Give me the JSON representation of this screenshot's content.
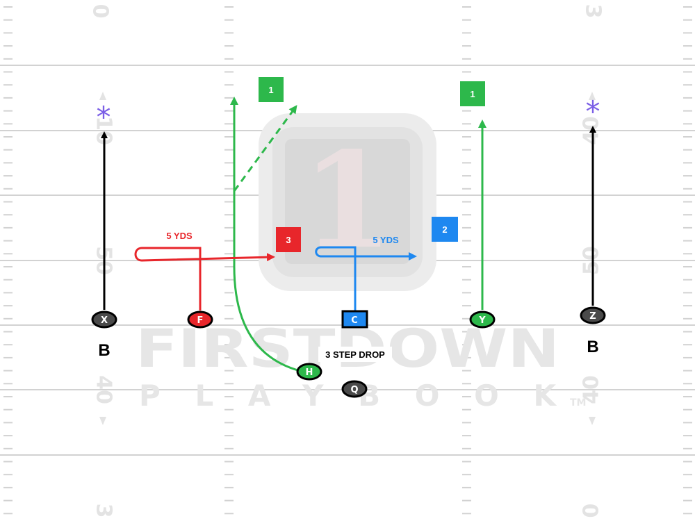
{
  "field": {
    "yard_numbers": {
      "left_top": "0",
      "right_top": "3",
      "left_upper": "10",
      "right_upper": "40",
      "left_mid": "50",
      "right_mid": "50",
      "left_lower": "40",
      "right_lower": "40",
      "left_bottom": "3",
      "right_bottom": "0"
    }
  },
  "watermark": {
    "word1": "FIRSTDOWN",
    "word2": "PLAYBOOK",
    "tm": "TM",
    "logo_numeral": "1"
  },
  "players": {
    "x": "X",
    "f": "F",
    "c": "C",
    "y": "Y",
    "z": "Z",
    "h": "H",
    "q": "Q"
  },
  "defenders": {
    "left": "B",
    "right": "B",
    "left_marker": "*",
    "right_marker": "*"
  },
  "reads": {
    "h_seam": "1",
    "y_go": "1",
    "c_out": "2",
    "f_out": "3"
  },
  "labels": {
    "f_depth": "5 YDS",
    "c_depth": "5 YDS",
    "qb_drop": "3 STEP DROP"
  },
  "colors": {
    "green": "#2db84b",
    "red": "#e8262b",
    "blue": "#1e88f0",
    "black": "#000000",
    "gray_player": "#4a4a4a",
    "defender_marker": "#7b5fe6"
  }
}
